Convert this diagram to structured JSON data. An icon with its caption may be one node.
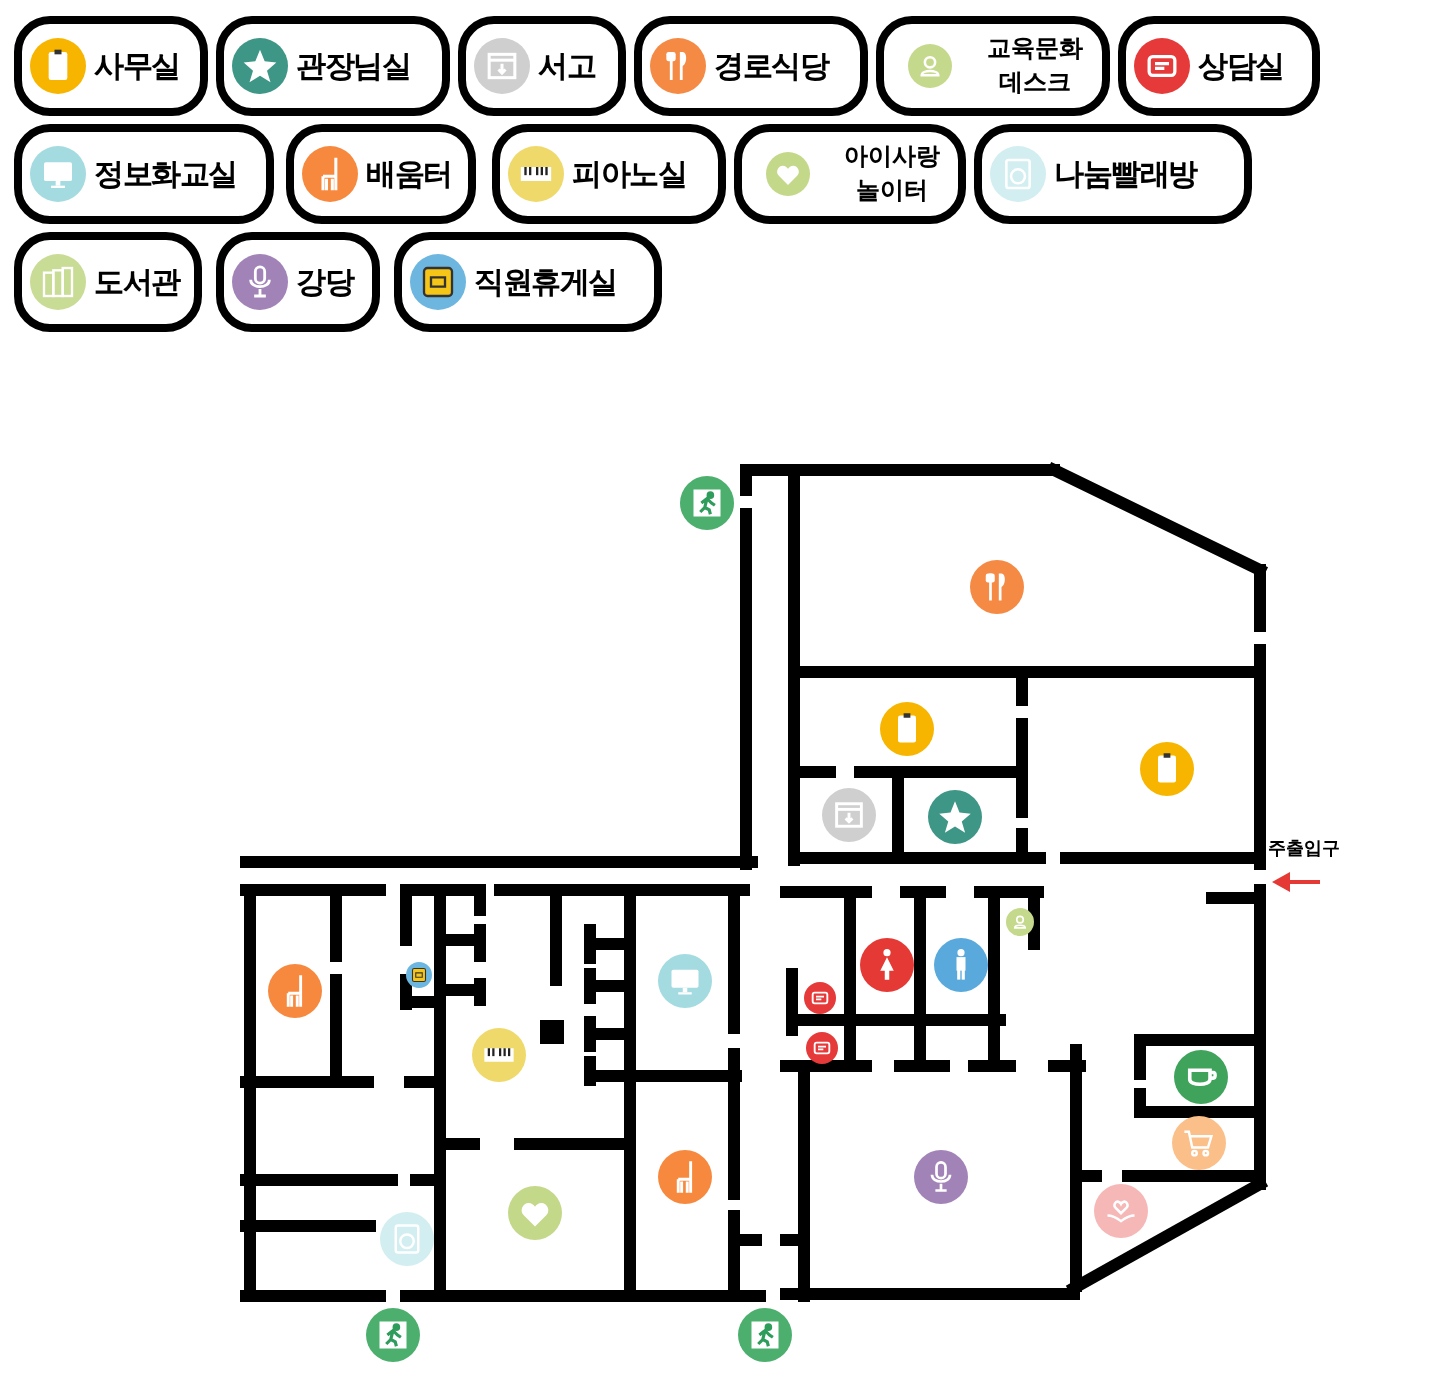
{
  "diagram": {
    "labels": [
      "주출입구"
    ],
    "legend": [
      {
        "text": "사무실",
        "color": "#f7b500"
      },
      {
        "text": "관장님실",
        "color": "#3e9686"
      },
      {
        "text": "서고",
        "color": "#cfcfcf"
      },
      {
        "text": "경로식당",
        "color": "#f58a45"
      },
      {
        "text": "교육문화 데스크",
        "color": "#c5d98c"
      },
      {
        "text": "상담실",
        "color": "#e63a3a"
      },
      {
        "text": "정보화교실",
        "color": "#a3dbe0"
      },
      {
        "text": "배움터",
        "color": "#f7893f"
      },
      {
        "text": "피아노실",
        "color": "#efd96a"
      },
      {
        "text": "아이사랑 놀이터",
        "color": "#c4d88a"
      },
      {
        "text": "나눔빨래방",
        "color": "#d2eef0"
      },
      {
        "text": "도서관",
        "color": "#c9dc95"
      },
      {
        "text": "강당",
        "color": "#a283b8"
      },
      {
        "text": "직원휴게실",
        "color": "#6cb6e0"
      }
    ]
  }
}
